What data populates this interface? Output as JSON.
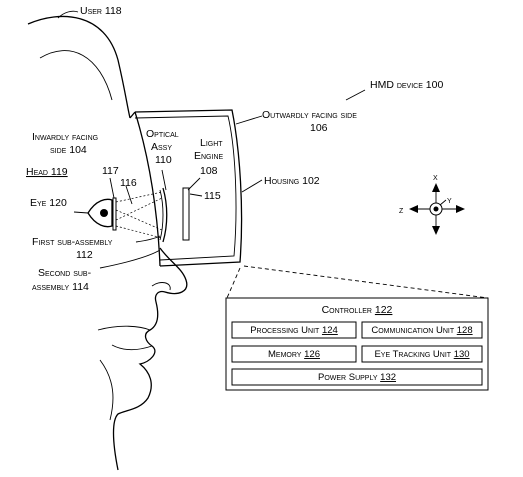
{
  "labels": {
    "user": "User 118",
    "hmd_device": "HMD device 100",
    "outward_1": "Outwardly facing side",
    "outward_2": "106",
    "optical_1": "Optical",
    "optical_2": "Assy",
    "optical_3": "110",
    "light_1": "Light",
    "light_2": "Engine",
    "light_3": "108",
    "inward_1": "Inwardly facing",
    "inward_2": "side 104",
    "head": "Head 119",
    "n117": "117",
    "n116": "116",
    "n115": "115",
    "housing": "Housing 102",
    "eye": "Eye 120",
    "first_1": "First sub-assembly",
    "first_2": "112",
    "second_1": "Second sub-",
    "second_2": "assembly 114"
  },
  "axes": {
    "x": "x",
    "y": "y",
    "z": "z"
  },
  "controller": {
    "title": "Controller",
    "title_num": "122",
    "processing": "Processing Unit",
    "processing_num": "124",
    "communication": "Communication Unit",
    "communication_num": "128",
    "memory": "Memory",
    "memory_num": "126",
    "eye_tracking": "Eye Tracking Unit",
    "eye_tracking_num": "130",
    "power": "Power Supply",
    "power_num": "132"
  }
}
